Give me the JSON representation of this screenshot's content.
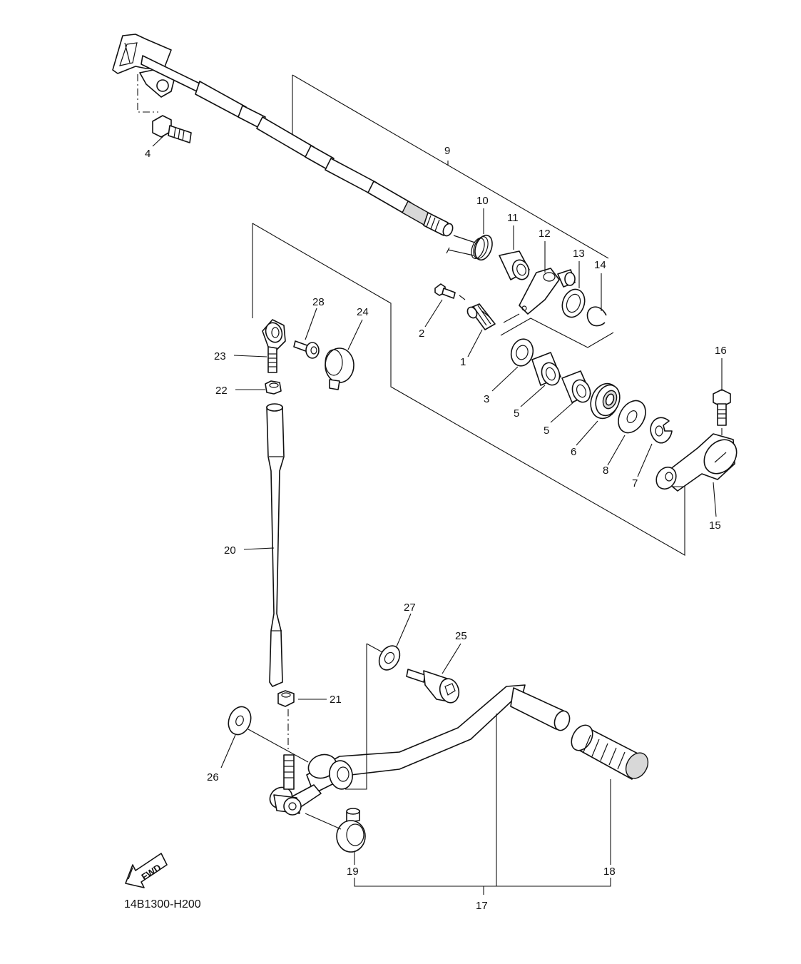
{
  "diagram": {
    "code": "14B1300-H200",
    "fwd_label": "FWD",
    "callouts": {
      "c1": "1",
      "c2": "2",
      "c3": "3",
      "c4": "4",
      "c5a": "5",
      "c5b": "5",
      "c6": "6",
      "c7": "7",
      "c8": "8",
      "c9": "9",
      "c10": "10",
      "c11": "11",
      "c12": "12",
      "c13": "13",
      "c14": "14",
      "c15": "15",
      "c16": "16",
      "c17": "17",
      "c18": "18",
      "c19": "19",
      "c20": "20",
      "c21": "21",
      "c22": "22",
      "c23": "23",
      "c24": "24",
      "c25": "25",
      "c26": "26",
      "c27": "27",
      "c28": "28"
    }
  }
}
